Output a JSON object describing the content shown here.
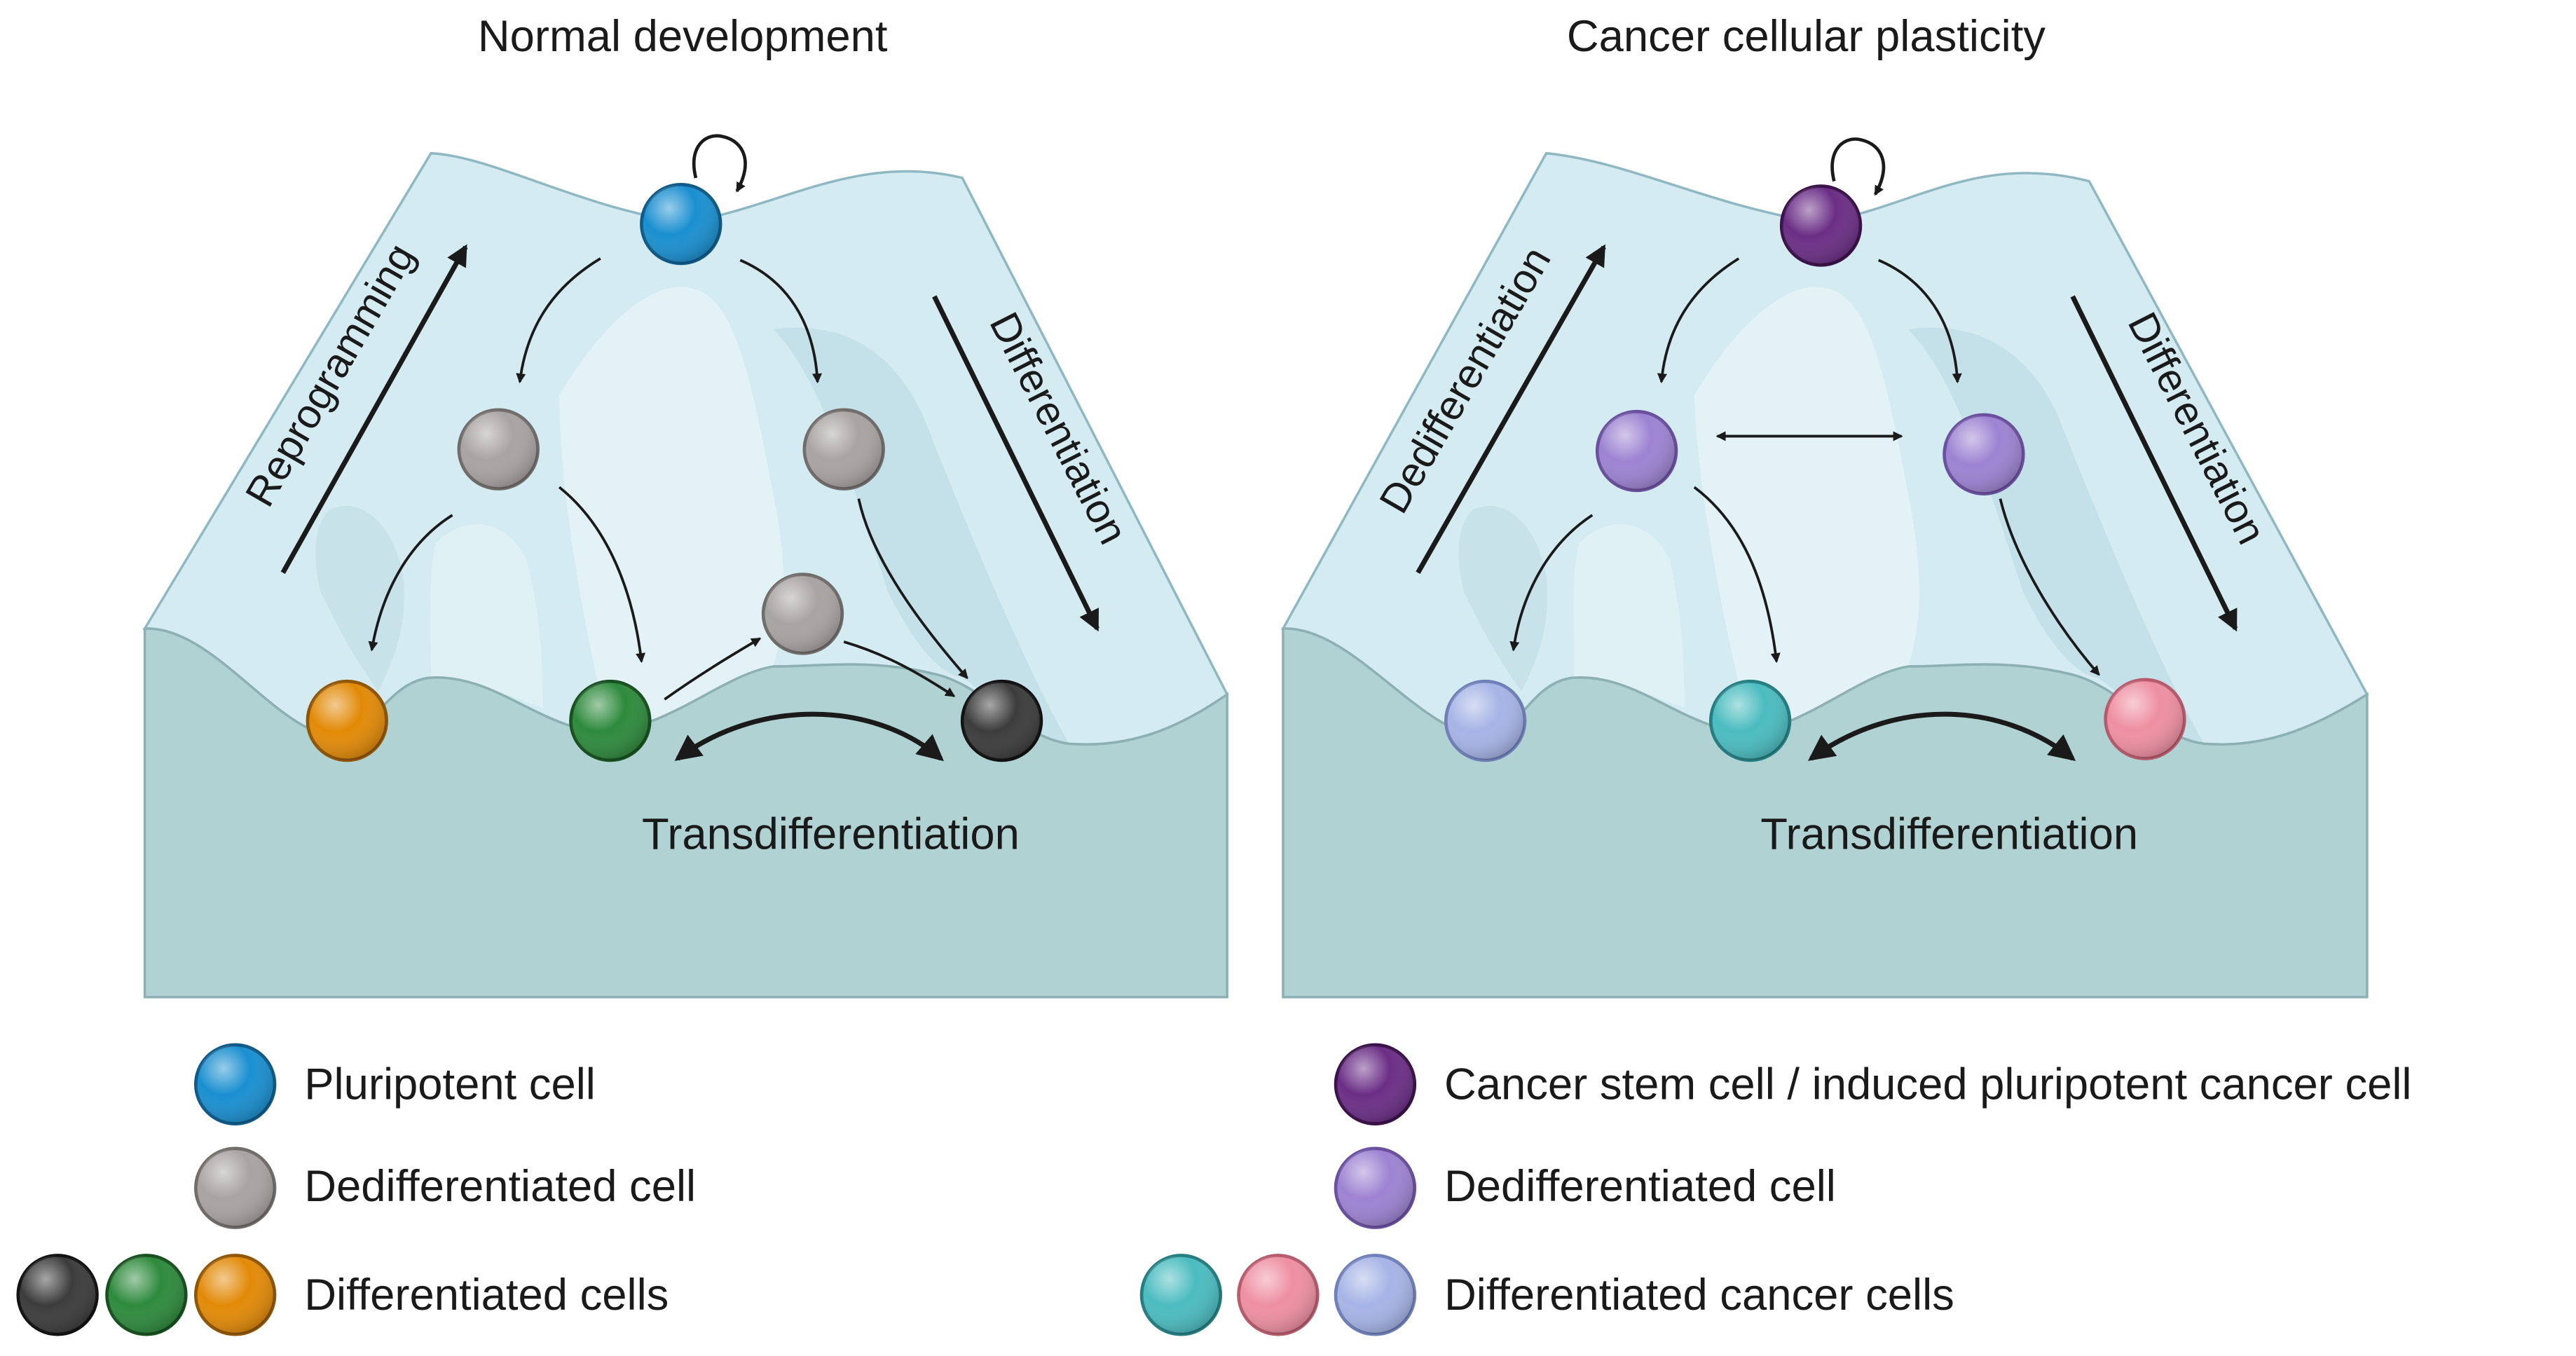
{
  "panels": [
    {
      "title": "Normal development",
      "up_label": "Reprogramming",
      "down_label": "Differentiation",
      "bottom_label": "Transdifferentiation"
    },
    {
      "title": "Cancer cellular plasticity",
      "up_label": "Dedifferentiation",
      "down_label": "Differentiation",
      "bottom_label": "Transdifferentiation"
    }
  ],
  "legend": {
    "left": [
      {
        "label": "Pluripotent cell"
      },
      {
        "label": "Dedifferentiated cell"
      },
      {
        "label": "Differentiated cells"
      }
    ],
    "right": [
      {
        "label": "Cancer stem cell / induced pluripotent cancer cell"
      },
      {
        "label": "Dedifferentiated cell"
      },
      {
        "label": "Differentiated cancer cells"
      }
    ]
  },
  "colors": {
    "pluripotent": "#1a8fd0",
    "dedifferentiated_normal": "#a7a4a2",
    "differentiated_orange": "#e28a07",
    "differentiated_green": "#2e8a3d",
    "differentiated_black": "#3c3c3c",
    "cancer_stem": "#6b2e86",
    "dedifferentiated_cancer": "#9d83d2",
    "cancer_teal": "#4bbcc0",
    "cancer_pink": "#ee8fa2",
    "cancer_lavender": "#a6b4e6",
    "landscape_top": "#d9eef4",
    "landscape_front": "#b1d3d4",
    "arrow": "#1a1a1a",
    "text": "#1a1a1a"
  },
  "icons": [
    "cell-sphere-icon",
    "self-renewal-arrow-icon",
    "arrow-icon"
  ]
}
